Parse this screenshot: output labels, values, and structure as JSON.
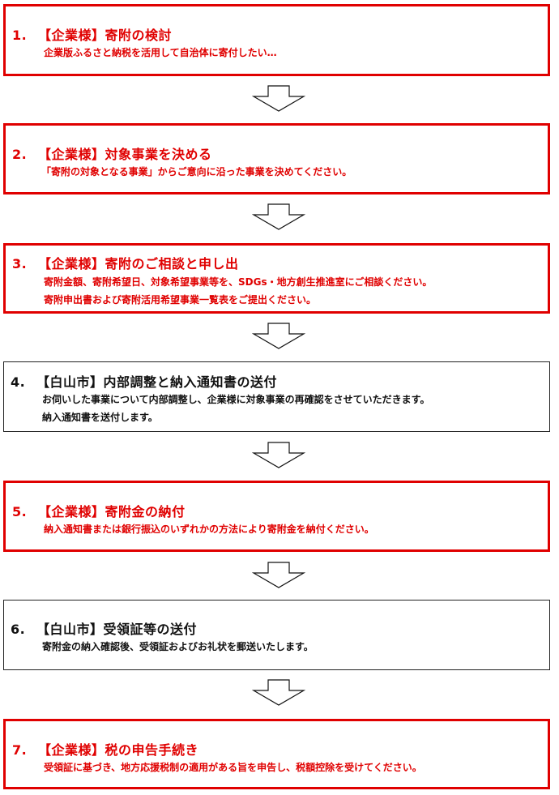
{
  "colors": {
    "company_accent": "#e00000",
    "city_border": "#222222",
    "background": "#ffffff"
  },
  "steps": [
    {
      "number": "1.",
      "actor": "【企業様】",
      "title": "寄附の検討",
      "lines": [
        "企業版ふるさと納税を活用して自治体に寄付したい…"
      ]
    },
    {
      "number": "2.",
      "actor": "【企業様】",
      "title": "対象事業を決める",
      "lines": [
        "「寄附の対象となる事業」からご意向に沿った事業を決めてください。"
      ]
    },
    {
      "number": "3.",
      "actor": "【企業様】",
      "title": "寄附のご相談と申し出",
      "lines": [
        "寄附金額、寄附希望日、対象希望事業等を、SDGs・地方創生推進室にご相談ください。",
        "寄附申出書および寄附活用希望事業一覧表をご提出ください。"
      ]
    },
    {
      "number": "4.",
      "actor": "【白山市】",
      "title": "内部調整と納入通知書の送付",
      "lines": [
        "お伺いした事業について内部調整し、企業様に対象事業の再確認をさせていただきます。",
        "納入通知書を送付します。"
      ]
    },
    {
      "number": "5.",
      "actor": "【企業様】",
      "title": "寄附金の納付",
      "lines": [
        "納入通知書または銀行振込のいずれかの方法により寄附金を納付ください。"
      ]
    },
    {
      "number": "6.",
      "actor": "【白山市】",
      "title": "受領証等の送付",
      "lines": [
        "寄附金の納入確認後、受領証およびお礼状を郵送いたします。"
      ]
    },
    {
      "number": "7.",
      "actor": "【企業様】",
      "title": "税の申告手続き",
      "lines": [
        "受領証に基づき、地方応援税制の適用がある旨を申告し、税額控除を受けてください。"
      ]
    }
  ],
  "arrows": [
    {
      "icon": "down-arrow-icon"
    },
    {
      "icon": "down-arrow-icon"
    },
    {
      "icon": "down-arrow-icon"
    },
    {
      "icon": "down-arrow-icon"
    },
    {
      "icon": "down-arrow-icon"
    },
    {
      "icon": "down-arrow-icon"
    }
  ]
}
